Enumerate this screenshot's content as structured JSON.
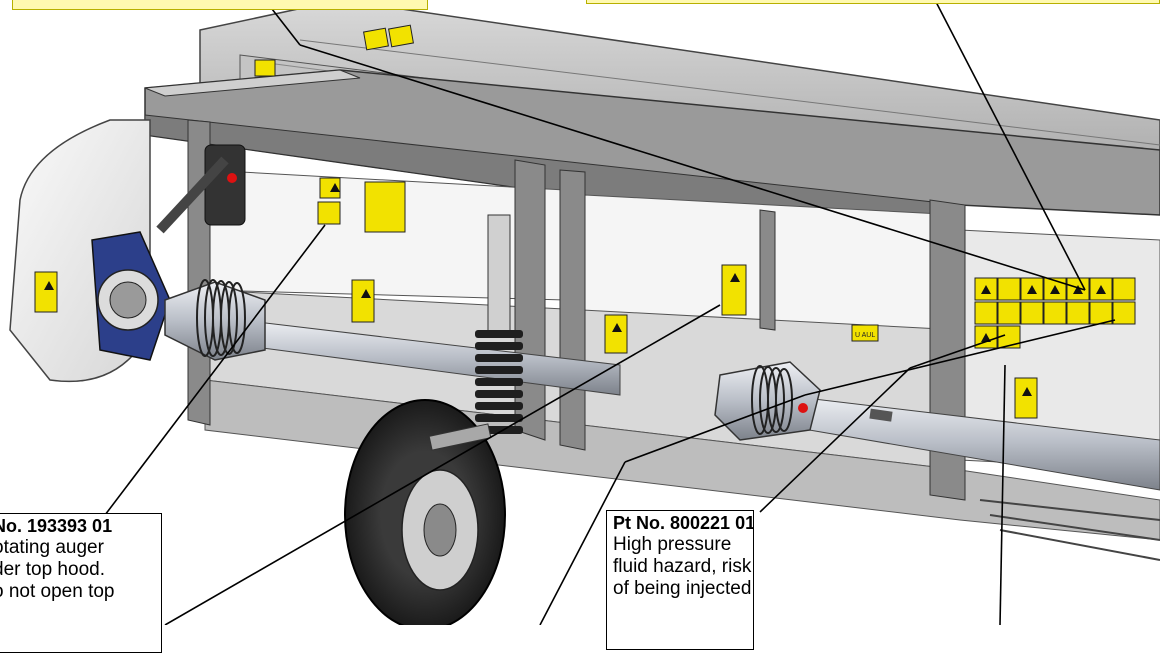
{
  "callouts": [
    {
      "part_number": "No. 193393 01",
      "lines": [
        "otating auger",
        "der top hood.",
        "o not open top"
      ]
    },
    {
      "part_number": "Pt No. 800221 01",
      "lines": [
        "High pressure",
        "fluid hazard, risk",
        "of being injected"
      ]
    }
  ],
  "decal_labels": {
    "small_plate": "U AUL"
  },
  "colors": {
    "decal_yellow": "#f2e200",
    "frame_grey": "#8a8a8a",
    "panel_white": "#f4f4f4",
    "shaft_silver": "#c9ced6",
    "tire_black": "#2b2b2b",
    "gearbox_blue": "#2c3f8a",
    "callout_border": "#000000",
    "top_callout_fill": "#fff9b0"
  }
}
